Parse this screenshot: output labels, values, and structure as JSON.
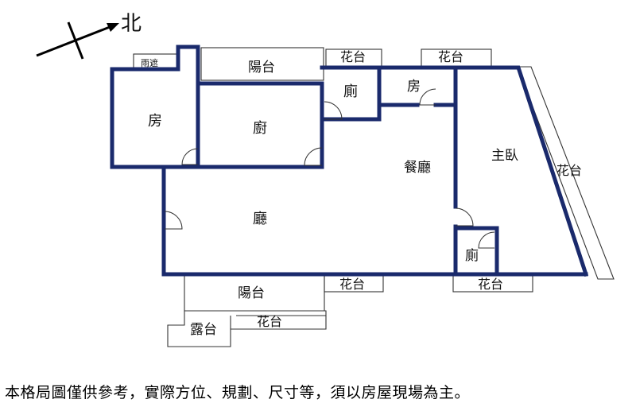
{
  "compass": {
    "north_label": "北"
  },
  "rooms": {
    "rain_shelter": "雨遮",
    "balcony_top": "陽台",
    "flower_bed_top_1": "花台",
    "flower_bed_top_2": "花台",
    "bedroom_left": "房",
    "kitchen": "廚",
    "toilet_top": "廁",
    "bedroom_small": "房",
    "dining_room": "餐廳",
    "master_bedroom": "主臥",
    "flower_bed_right": "花台",
    "living_room": "廳",
    "toilet_bottom": "廁",
    "balcony_bottom": "陽台",
    "flower_bed_bottom_1": "花台",
    "flower_bed_bottom_2": "花台",
    "terrace": "露台",
    "flower_bed_bottom_3": "花台"
  },
  "disclaimer": "本格局圖僅供參考，實際方位、規劃、尺寸等，須以房屋現場為主。"
}
